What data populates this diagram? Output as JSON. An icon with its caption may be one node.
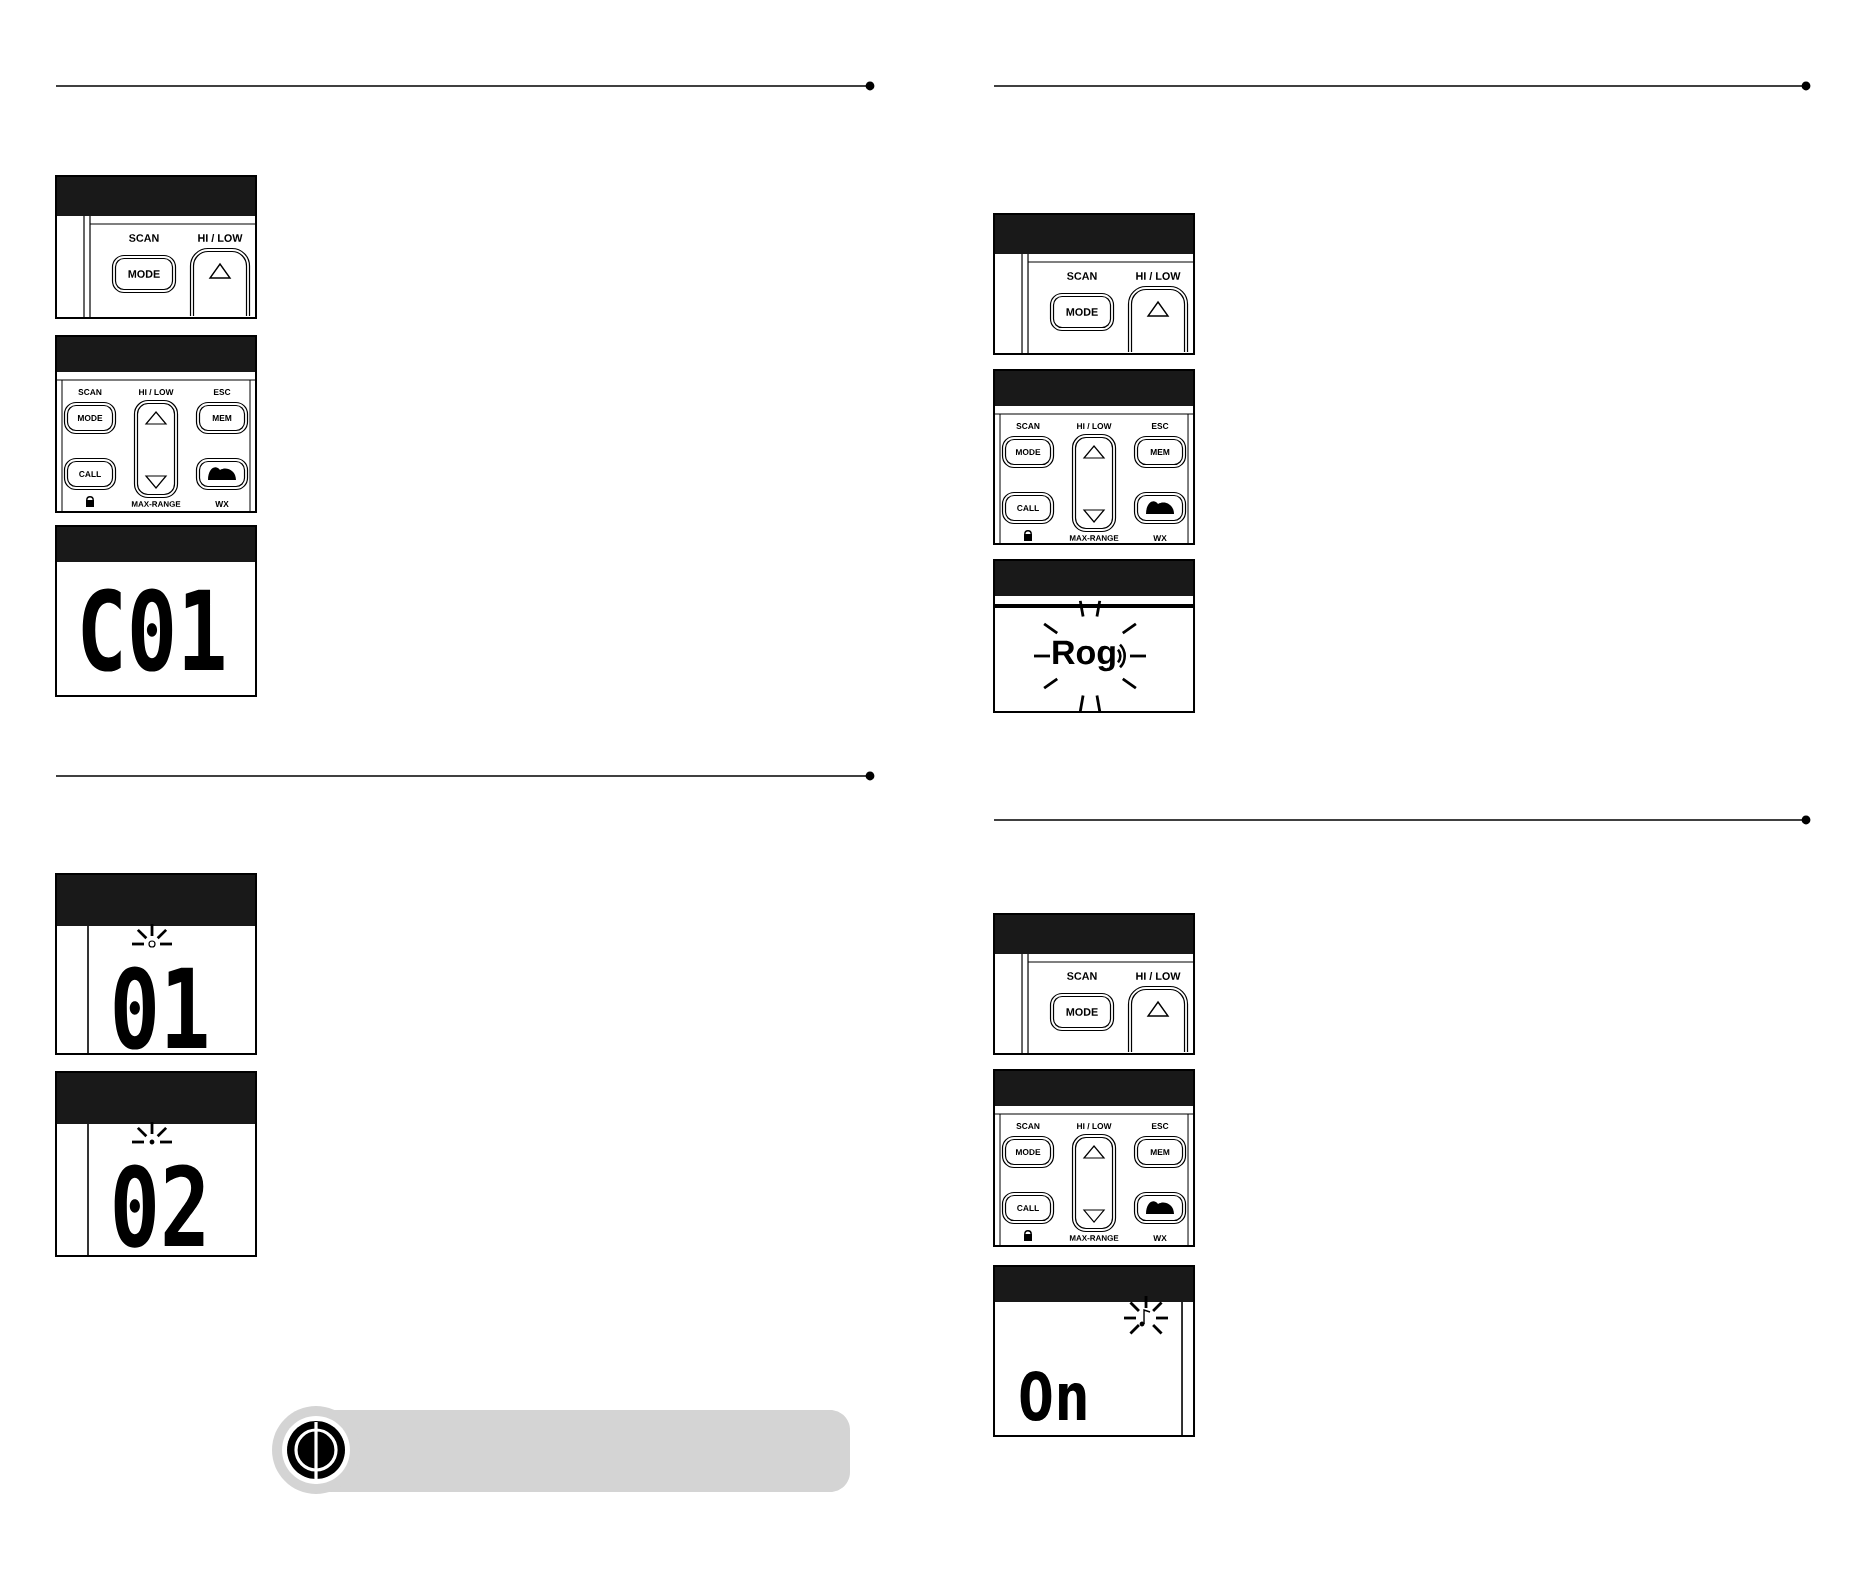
{
  "diagram": {
    "labels": [
      "SCAN",
      "HI / LOW",
      "MODE",
      "SCAN",
      "HI / LOW",
      "ESC",
      "MODE",
      "MEM",
      "CALL",
      "MAX-RANGE",
      "WX",
      "C01",
      "01",
      "02",
      "SCAN",
      "HI / LOW",
      "MODE",
      "SCAN",
      "HI / LOW",
      "ESC",
      "MODE",
      "MEM",
      "CALL",
      "MAX-RANGE",
      "WX",
      "Rog",
      "SCAN",
      "HI / LOW",
      "MODE",
      "SCAN",
      "HI / LOW",
      "ESC",
      "MODE",
      "MEM",
      "CALL",
      "MAX-RANGE",
      "WX",
      "On"
    ]
  }
}
